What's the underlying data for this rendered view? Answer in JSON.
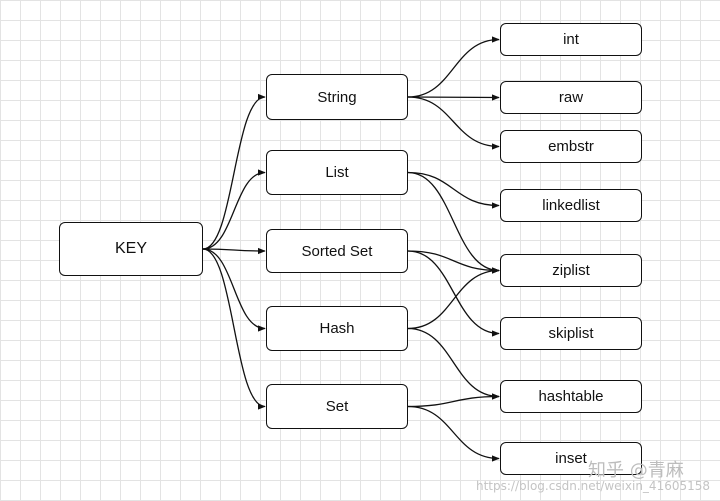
{
  "diagram": {
    "root": {
      "id": "key",
      "label": "KEY"
    },
    "types": [
      {
        "id": "string",
        "label": "String"
      },
      {
        "id": "list",
        "label": "List"
      },
      {
        "id": "sortedset",
        "label": "Sorted Set"
      },
      {
        "id": "hash",
        "label": "Hash"
      },
      {
        "id": "set",
        "label": "Set"
      }
    ],
    "encodings": [
      {
        "id": "int",
        "label": "int"
      },
      {
        "id": "raw",
        "label": "raw"
      },
      {
        "id": "embstr",
        "label": "embstr"
      },
      {
        "id": "linkedlist",
        "label": "linkedlist"
      },
      {
        "id": "ziplist",
        "label": "ziplist"
      },
      {
        "id": "skiplist",
        "label": "skiplist"
      },
      {
        "id": "hashtable",
        "label": "hashtable"
      },
      {
        "id": "inset",
        "label": "inset"
      }
    ],
    "edges": [
      [
        "key",
        "string"
      ],
      [
        "key",
        "list"
      ],
      [
        "key",
        "sortedset"
      ],
      [
        "key",
        "hash"
      ],
      [
        "key",
        "set"
      ],
      [
        "string",
        "int"
      ],
      [
        "string",
        "raw"
      ],
      [
        "string",
        "embstr"
      ],
      [
        "list",
        "linkedlist"
      ],
      [
        "list",
        "ziplist"
      ],
      [
        "sortedset",
        "ziplist"
      ],
      [
        "sortedset",
        "skiplist"
      ],
      [
        "hash",
        "ziplist"
      ],
      [
        "hash",
        "hashtable"
      ],
      [
        "set",
        "hashtable"
      ],
      [
        "set",
        "inset"
      ]
    ]
  },
  "watermark": {
    "brand": "知乎 @青麻",
    "url": "https://blog.csdn.net/weixin_41605158"
  }
}
